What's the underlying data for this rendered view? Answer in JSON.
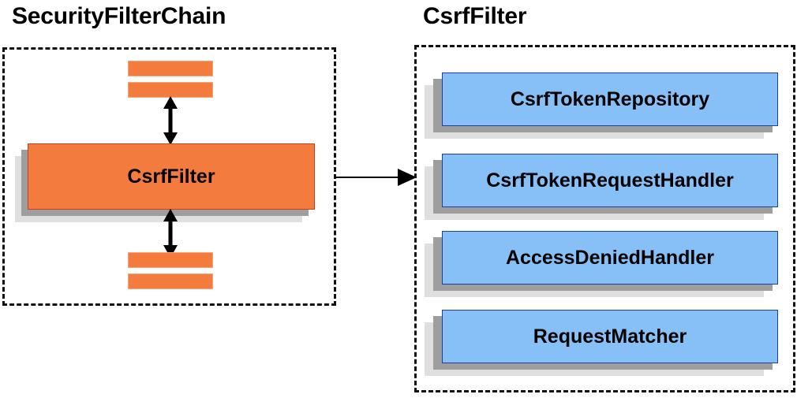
{
  "diagram": {
    "type": "architecture-block-diagram",
    "background": "#ffffff",
    "colors": {
      "orange_fill": "#f47b3e",
      "orange_border": "#c4431c",
      "blue_fill": "#86c0f7",
      "blue_border": "#1f3fa0",
      "shadow_mid": "#9e9e9e",
      "shadow_back": "#dfdfdf",
      "outline": "#111111",
      "text": "#000000"
    }
  },
  "left_panel": {
    "title": "SecurityFilterChain",
    "filter": {
      "label": "CsrfFilter"
    },
    "bars_above": [
      {
        "label": ""
      },
      {
        "label": ""
      }
    ],
    "bars_below": [
      {
        "label": ""
      },
      {
        "label": ""
      }
    ],
    "arrow_above": {
      "type": "double-headed-vertical-arrow"
    },
    "arrow_below": {
      "type": "double-headed-vertical-arrow"
    }
  },
  "connector": {
    "type": "single-headed-horizontal-arrow",
    "from": "CsrfFilter",
    "to": "CsrfFilter detail panel"
  },
  "right_panel": {
    "title": "CsrfFilter",
    "collaborators": [
      {
        "label": "CsrfTokenRepository"
      },
      {
        "label": "CsrfTokenRequestHandler"
      },
      {
        "label": "AccessDeniedHandler"
      },
      {
        "label": "RequestMatcher"
      }
    ]
  }
}
